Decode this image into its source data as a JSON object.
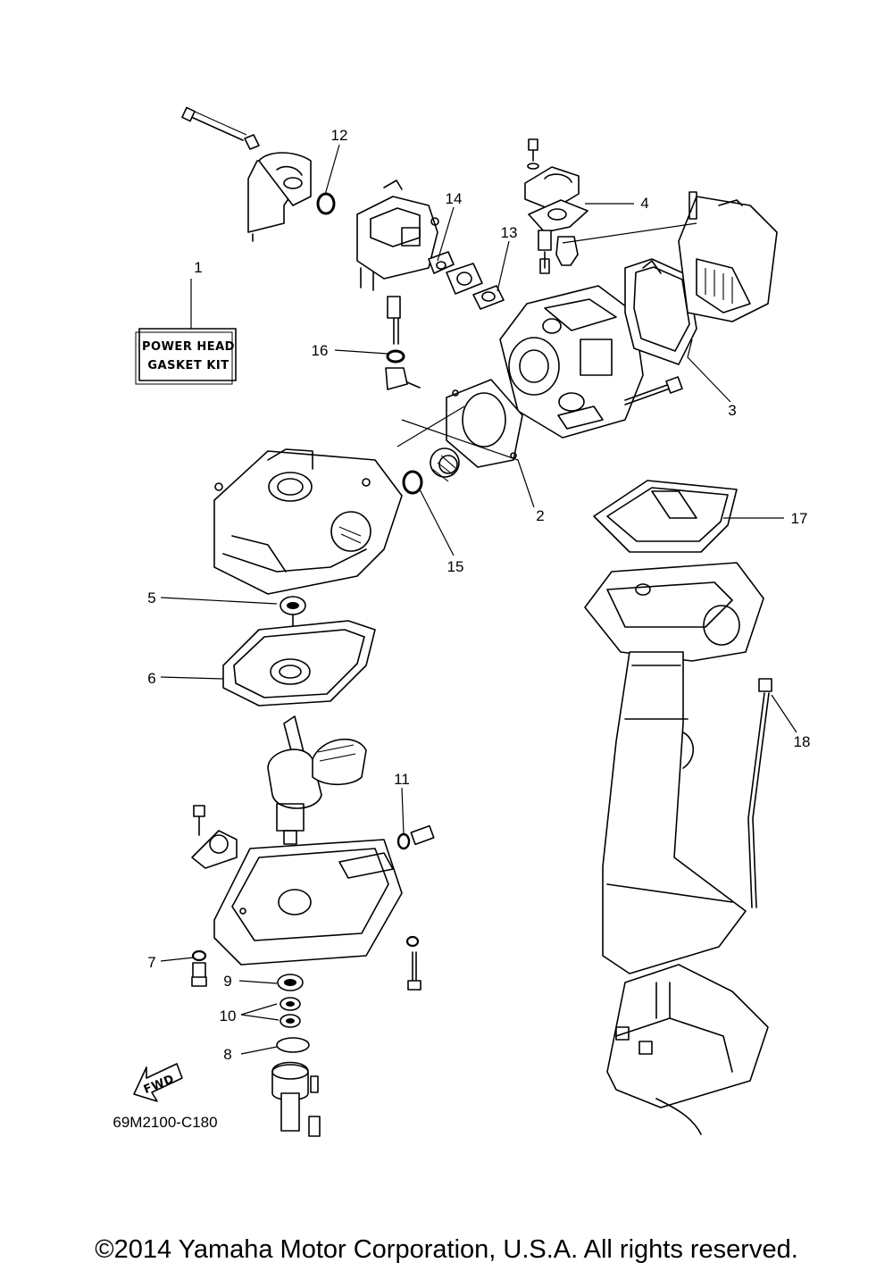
{
  "kit_label": {
    "line1": "POWER HEAD",
    "line2": "GASKET KIT"
  },
  "callouts": [
    "1",
    "2",
    "3",
    "4",
    "5",
    "6",
    "7",
    "8",
    "9",
    "10",
    "11",
    "12",
    "13",
    "14",
    "15",
    "16",
    "17",
    "18"
  ],
  "fwd_label": "FWD",
  "diagram_code": "69M2100-C180",
  "copyright": "©2014 Yamaha Motor Corporation, U.S.A. All rights reserved."
}
